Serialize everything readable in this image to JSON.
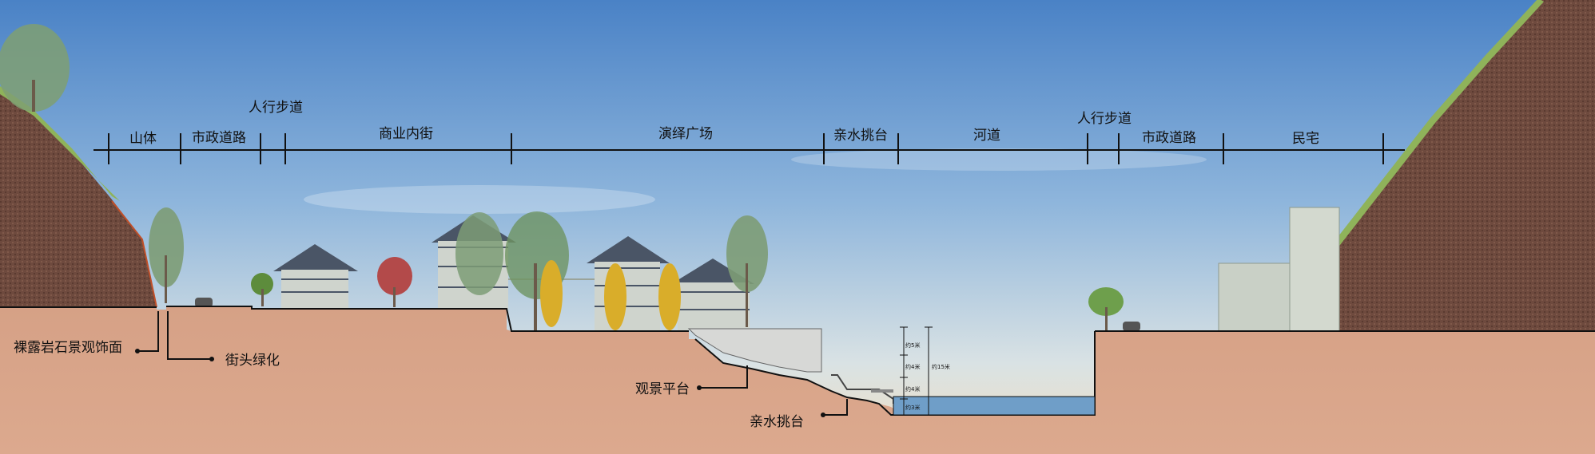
{
  "zones": {
    "mountain": "山体",
    "road_left": "市政道路",
    "sidewalk_left": "人行步道",
    "commercial_street": "商业内街",
    "performance_plaza": "演绎广场",
    "waterfront_platform": "亲水挑台",
    "river": "河道",
    "sidewalk_right": "人行步道",
    "road_right": "市政道路",
    "residence": "民宅"
  },
  "callouts": {
    "rock_face": "裸露岩石景观饰面",
    "street_green": "街头绿化",
    "viewing_platform": "观景平台",
    "waterfront_platform": "亲水挑台"
  },
  "dimensions": {
    "d1": "约5米",
    "d2": "约4米",
    "d3": "约4米",
    "d4": "约3米",
    "total": "约15米"
  },
  "colors": {
    "soil": "#d9a487",
    "water": "#6f9ec8",
    "sky_top": "#4d86c8",
    "sky_bottom": "#e9e0c8"
  }
}
